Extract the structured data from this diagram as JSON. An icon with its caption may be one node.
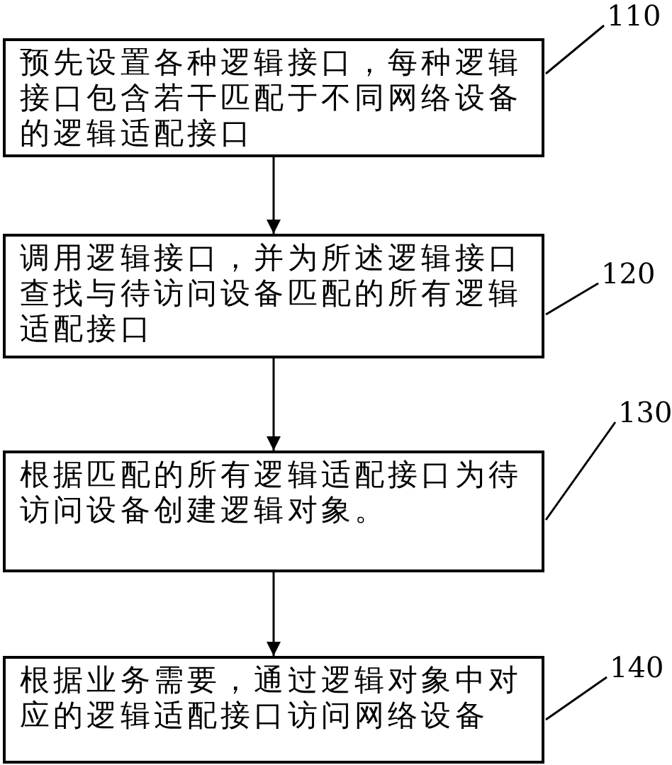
{
  "diagram": {
    "nodes": [
      {
        "text": [
          "预先设置各种逻辑接口，每种逻辑接口包含若干匹配于不同网络设备的逻辑适配接口"
        ]
      },
      {
        "text": [
          "调用逻辑接口，并为所述逻辑接口查找与待访问设备匹配的所有逻辑适配接口"
        ]
      },
      {
        "text": [
          "根据匹配的所有逻辑适配接口为待访问设备创建逻辑对象。"
        ]
      },
      {
        "text": [
          "根据业务需要，通过逻辑对象中对应的逻辑适配接口访问网络设备"
        ]
      },
      {
        "text": [
          "110"
        ]
      },
      {
        "text": [
          "120"
        ]
      },
      {
        "text": [
          "130"
        ]
      },
      {
        "text": [
          "140"
        ]
      }
    ],
    "edges": [
      {
        "from": 0,
        "to": 1,
        "arrow": "to"
      },
      {
        "from": 1,
        "to": 2,
        "arrow": "to"
      },
      {
        "from": 2,
        "to": 3,
        "arrow": "to"
      },
      {
        "from": 4,
        "to": 0,
        "arrow": "none"
      },
      {
        "from": 5,
        "to": 1,
        "arrow": "none"
      },
      {
        "from": 6,
        "to": 2,
        "arrow": "none"
      },
      {
        "from": 7,
        "to": 3,
        "arrow": "none"
      }
    ]
  }
}
